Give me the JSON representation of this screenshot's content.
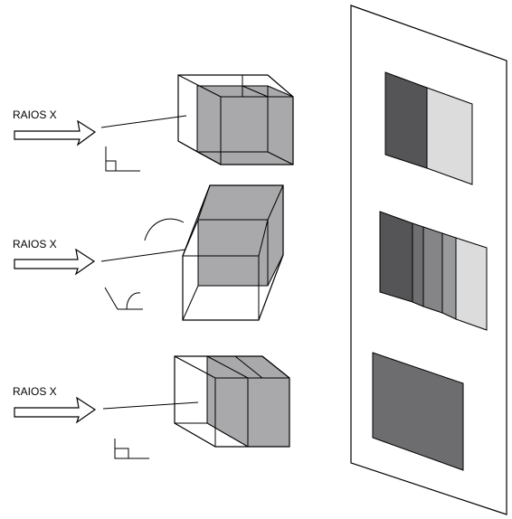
{
  "labels": {
    "row1": "RAIOS X",
    "row2": "RAIOS X",
    "row3": "RAIOS X"
  },
  "colors": {
    "dark": "#555557",
    "mid_dark": "#6f6f71",
    "mid": "#858587",
    "mid_light": "#999a9c",
    "light": "#dcdcdd",
    "block_gray": "#a9a9ab",
    "plate_gray": "#6d6d6f",
    "outline": "#000000",
    "background": "#ffffff"
  }
}
